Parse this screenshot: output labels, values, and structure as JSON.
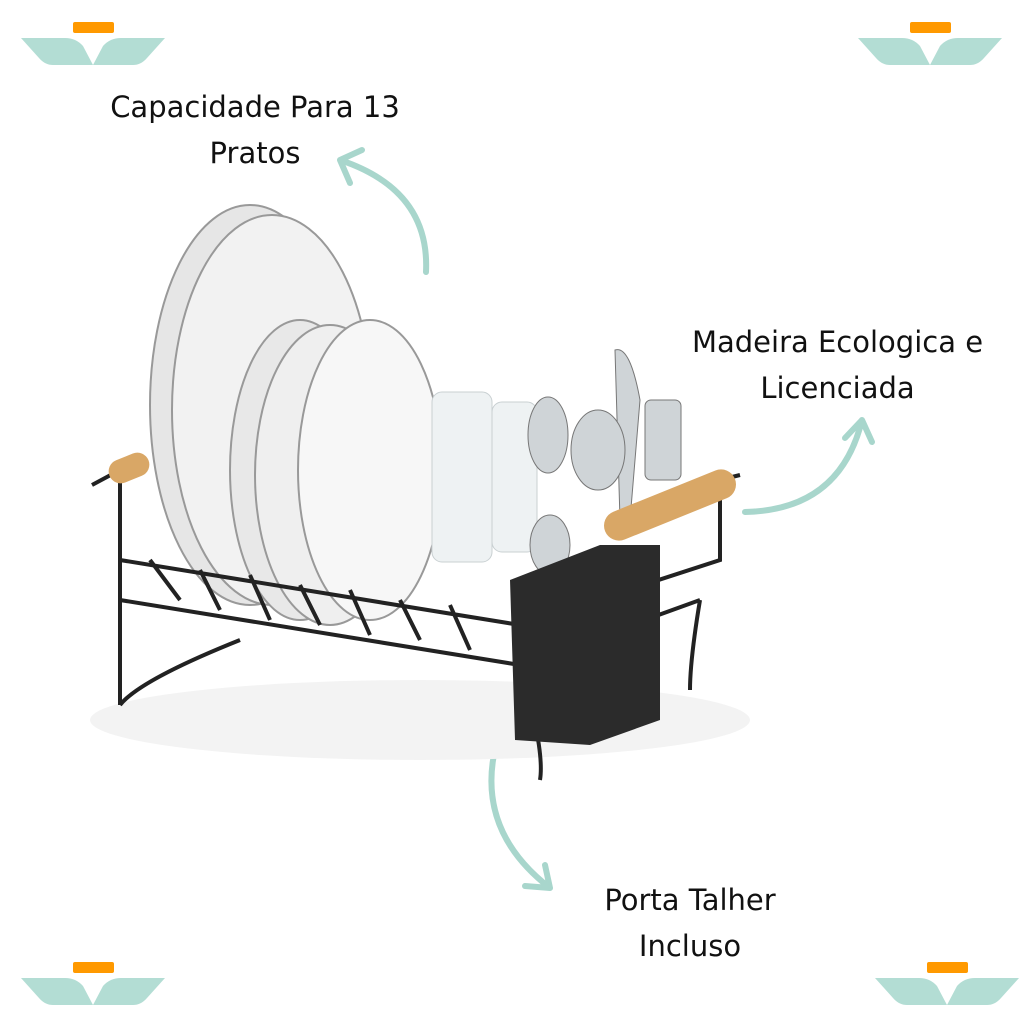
{
  "labels": {
    "capacity": {
      "line1": "Capacidade Para 13",
      "line2": "Pratos"
    },
    "wood": {
      "line1": "Madeira Ecologica e",
      "line2": "Licenciada"
    },
    "cutlery": {
      "line1": "Porta Talher",
      "line2": "Incluso"
    }
  },
  "colors": {
    "accent_orange": "#FF9900",
    "teal": "#B3DDD4",
    "arrow": "#A8D6CC",
    "rack": "#222222",
    "wood": "#D9A766"
  }
}
